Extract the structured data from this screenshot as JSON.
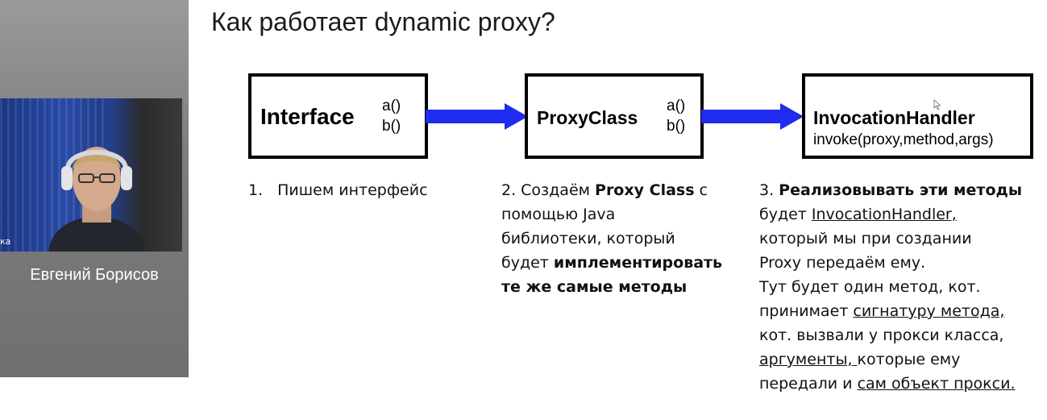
{
  "participant": {
    "name": "Евгений Борисов",
    "webcam_label": "ка"
  },
  "slide": {
    "title": "Как работает dynamic proxy?",
    "boxes": {
      "interface": {
        "name": "Interface",
        "method1": "a()",
        "method2": "b()"
      },
      "proxy": {
        "name": "ProxyClass",
        "method1": "a()",
        "method2": "b()"
      },
      "handler": {
        "name": "InvocationHandler",
        "signature": "invoke(proxy,method,args)"
      }
    },
    "step1": {
      "number": "1.",
      "text": "Пишем интерфейс"
    },
    "step2": {
      "l1_a": "2. Создаём ",
      "l1_b": "Proxy Class",
      "l1_c": " с",
      "l2": "помощью Java",
      "l3": "библиотеки, который",
      "l4_a": "будет ",
      "l4_b": "имплементировать",
      "l5": "те же самые методы"
    },
    "step3": {
      "l1_a": "3. ",
      "l1_b": "Реализовывать эти методы",
      "l2_a": "будет ",
      "l2_b": "InvocationHandler,",
      "l3": "который мы при создании",
      "l4": "Proxy передаём ему.",
      "l5": "Тут будет один метод, кот.",
      "l6_a": "принимает ",
      "l6_b": "сигнатуру метода,",
      "l7": "кот. вызвали у прокси класса,",
      "l8_a": "аргументы, ",
      "l8_b": "которые ему",
      "l9_a": "передали и ",
      "l9_b": "сам объект прокси."
    }
  },
  "colors": {
    "arrow": "#1f2cf0",
    "border": "#000000"
  }
}
